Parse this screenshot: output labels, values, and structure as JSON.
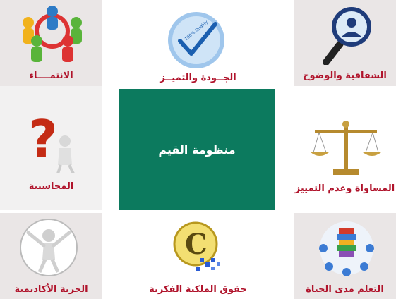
{
  "center_title": "منظومة القيم",
  "tiles": {
    "belonging": {
      "label": "الانتمــــاء",
      "icon": "people-holding-hands-icon"
    },
    "quality": {
      "label": "الجــودة والتميــز",
      "icon": "quality-check-badge-icon",
      "badge_text": "100% Quality"
    },
    "transparency": {
      "label": "الشفافية والوضوح",
      "icon": "magnifier-person-icon"
    },
    "accountability": {
      "label": "المحاسبية",
      "icon": "question-mark-figure-icon"
    },
    "equality": {
      "label": "المساواة وعدم التمييز",
      "icon": "balance-scale-icon"
    },
    "academic_freedom": {
      "label": "الحرية الأكاديمية",
      "icon": "breaking-chains-figure-icon"
    },
    "intellectual_property": {
      "label": "حقوق الملكية الفكرية",
      "icon": "copyright-symbol-icon"
    },
    "lifelong_learning": {
      "label": "التعلم مدى الحياة",
      "icon": "people-around-books-icon"
    }
  },
  "colors": {
    "label": "#b0132b",
    "center": "#0c7a5e",
    "tile_grey": "#eae6e6",
    "tile_light": "#f2f1f1"
  }
}
